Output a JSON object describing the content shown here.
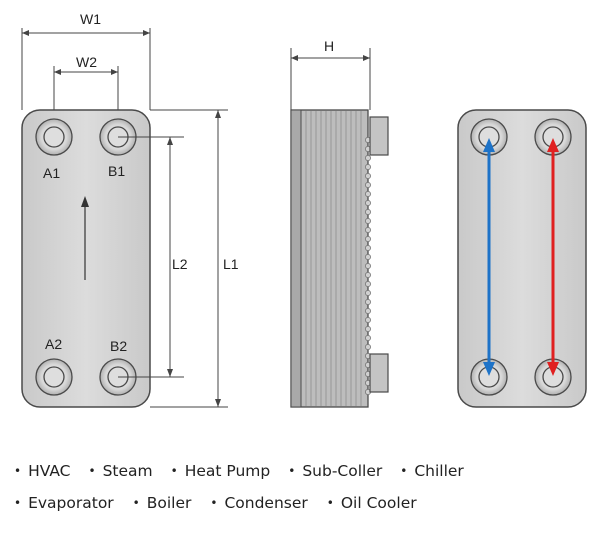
{
  "dimensions": {
    "w1": "W1",
    "w2": "W2",
    "h": "H",
    "l1": "L1",
    "l2": "L2"
  },
  "ports": {
    "a1": "A1",
    "b1": "B1",
    "a2": "A2",
    "b2": "B2"
  },
  "colors": {
    "plate_fill": "#d6d6d6",
    "plate_stroke": "#4a4a4a",
    "cold_flow": "#1e73c8",
    "hot_flow": "#e02020"
  },
  "applications": {
    "row1": [
      "HVAC",
      "Steam",
      "Heat Pump",
      "Sub-Coller",
      "Chiller"
    ],
    "row2": [
      "Evaporator",
      "Boiler",
      "Condenser",
      "Oil Cooler"
    ]
  }
}
